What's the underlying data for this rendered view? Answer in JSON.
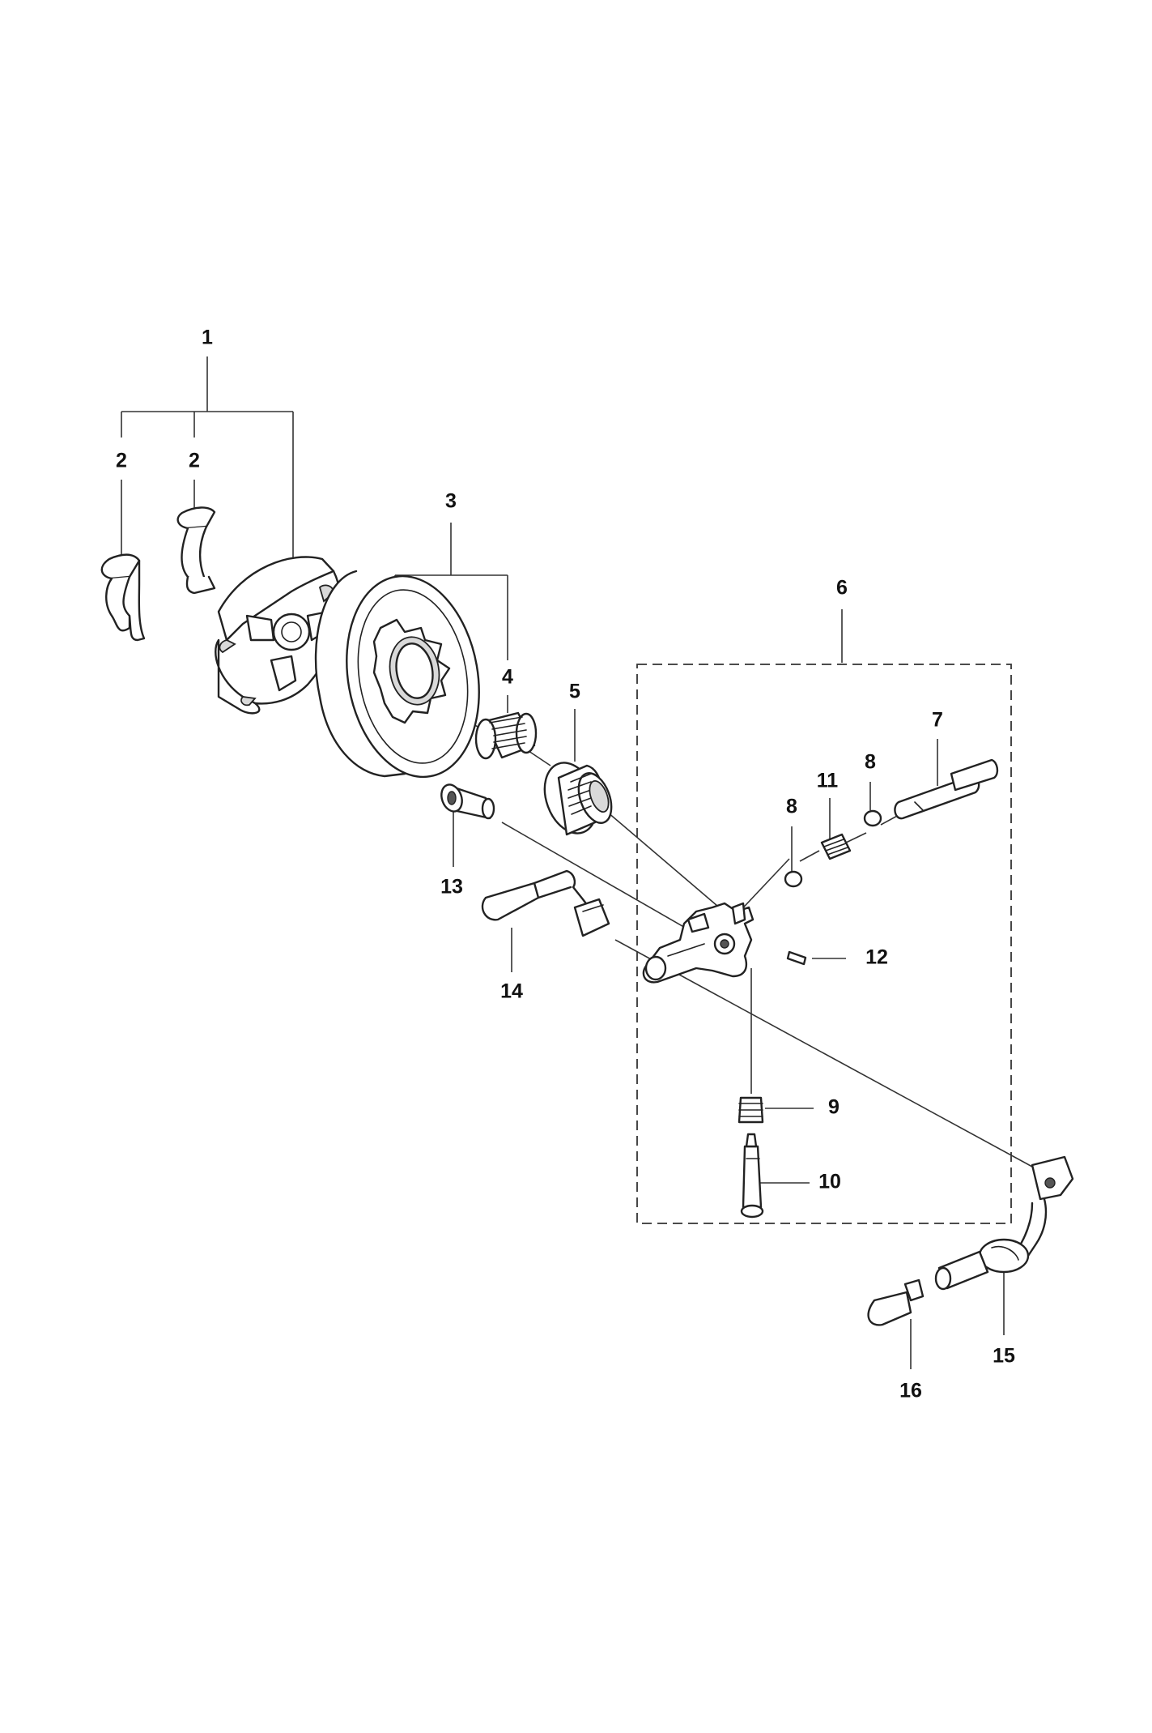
{
  "callouts": [
    {
      "id": "c1",
      "label": "1"
    },
    {
      "id": "c2a",
      "label": "2"
    },
    {
      "id": "c2b",
      "label": "2"
    },
    {
      "id": "c3",
      "label": "3"
    },
    {
      "id": "c4",
      "label": "4"
    },
    {
      "id": "c5",
      "label": "5"
    },
    {
      "id": "c6",
      "label": "6"
    },
    {
      "id": "c7",
      "label": "7"
    },
    {
      "id": "c8a",
      "label": "8"
    },
    {
      "id": "c8b",
      "label": "8"
    },
    {
      "id": "c9",
      "label": "9"
    },
    {
      "id": "c10",
      "label": "10"
    },
    {
      "id": "c11",
      "label": "11"
    },
    {
      "id": "c12",
      "label": "12"
    },
    {
      "id": "c13",
      "label": "13"
    },
    {
      "id": "c14",
      "label": "14"
    },
    {
      "id": "c15",
      "label": "15"
    },
    {
      "id": "c16",
      "label": "16"
    }
  ]
}
